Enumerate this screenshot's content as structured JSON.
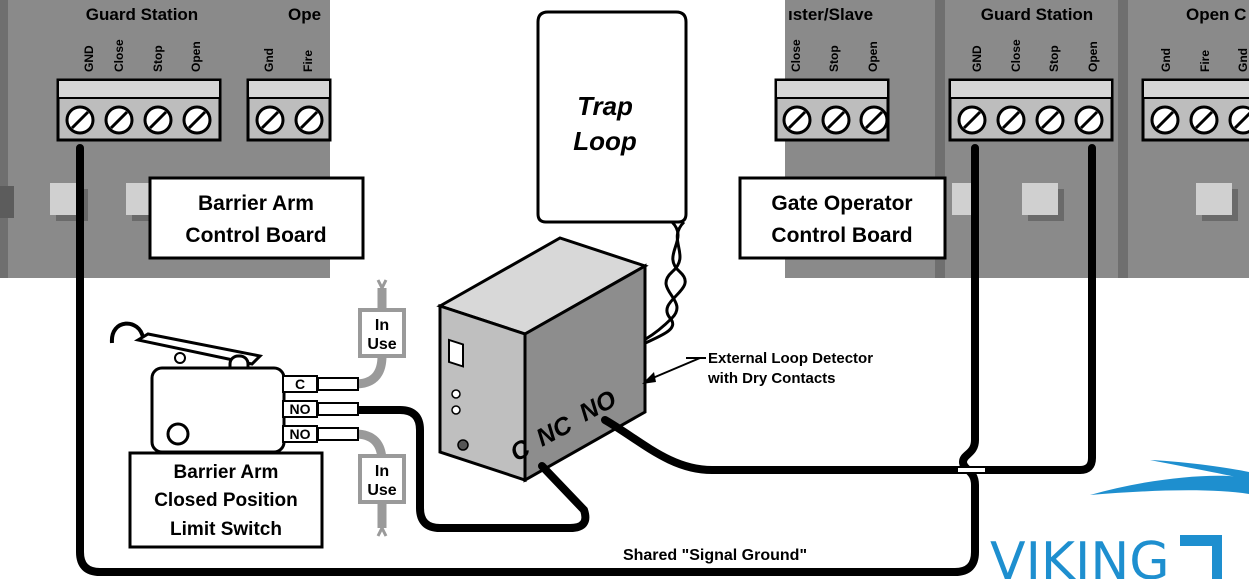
{
  "left_board": {
    "header_guard": "Guard Station",
    "header_open": "Ope",
    "terminals": [
      "GND",
      "Close",
      "Stop",
      "Open"
    ],
    "terminals_2": [
      "Gnd",
      "Fire"
    ],
    "label_line1": "Barrier Arm",
    "label_line2": "Control Board"
  },
  "right_board": {
    "header_master": "ıster/Slave",
    "header_guard": "Guard Station",
    "header_open": "Open C",
    "terminals_left": [
      "Close",
      "Stop",
      "Open"
    ],
    "terminals": [
      "GND",
      "Close",
      "Stop",
      "Open"
    ],
    "terminals_2": [
      "Gnd",
      "Fire",
      "Gnd"
    ],
    "label_line1": "Gate Operator",
    "label_line2": "Control Board"
  },
  "trap_loop": {
    "line1": "Trap",
    "line2": "Loop"
  },
  "detector": {
    "contacts": [
      "C",
      "NC",
      "NO"
    ],
    "callout_line1": "External Loop Detector",
    "callout_line2": "with Dry Contacts"
  },
  "limit_switch": {
    "terminals": [
      "C",
      "NO",
      "NO"
    ],
    "label_line1": "Barrier Arm",
    "label_line2": "Closed Position",
    "label_line3": "Limit Switch"
  },
  "in_use_top": {
    "line1": "In",
    "line2": "Use"
  },
  "in_use_bottom": {
    "line1": "In",
    "line2": "Use"
  },
  "ground_label": "Shared \"Signal Ground\"",
  "logo": {
    "text": "VIKING",
    "color": "#1e8fcf"
  },
  "colors": {
    "board": "#8a8a8a",
    "board_dark": "#6f6f6f",
    "wire": "#111111",
    "gray_wire": "#9a9a9a"
  }
}
